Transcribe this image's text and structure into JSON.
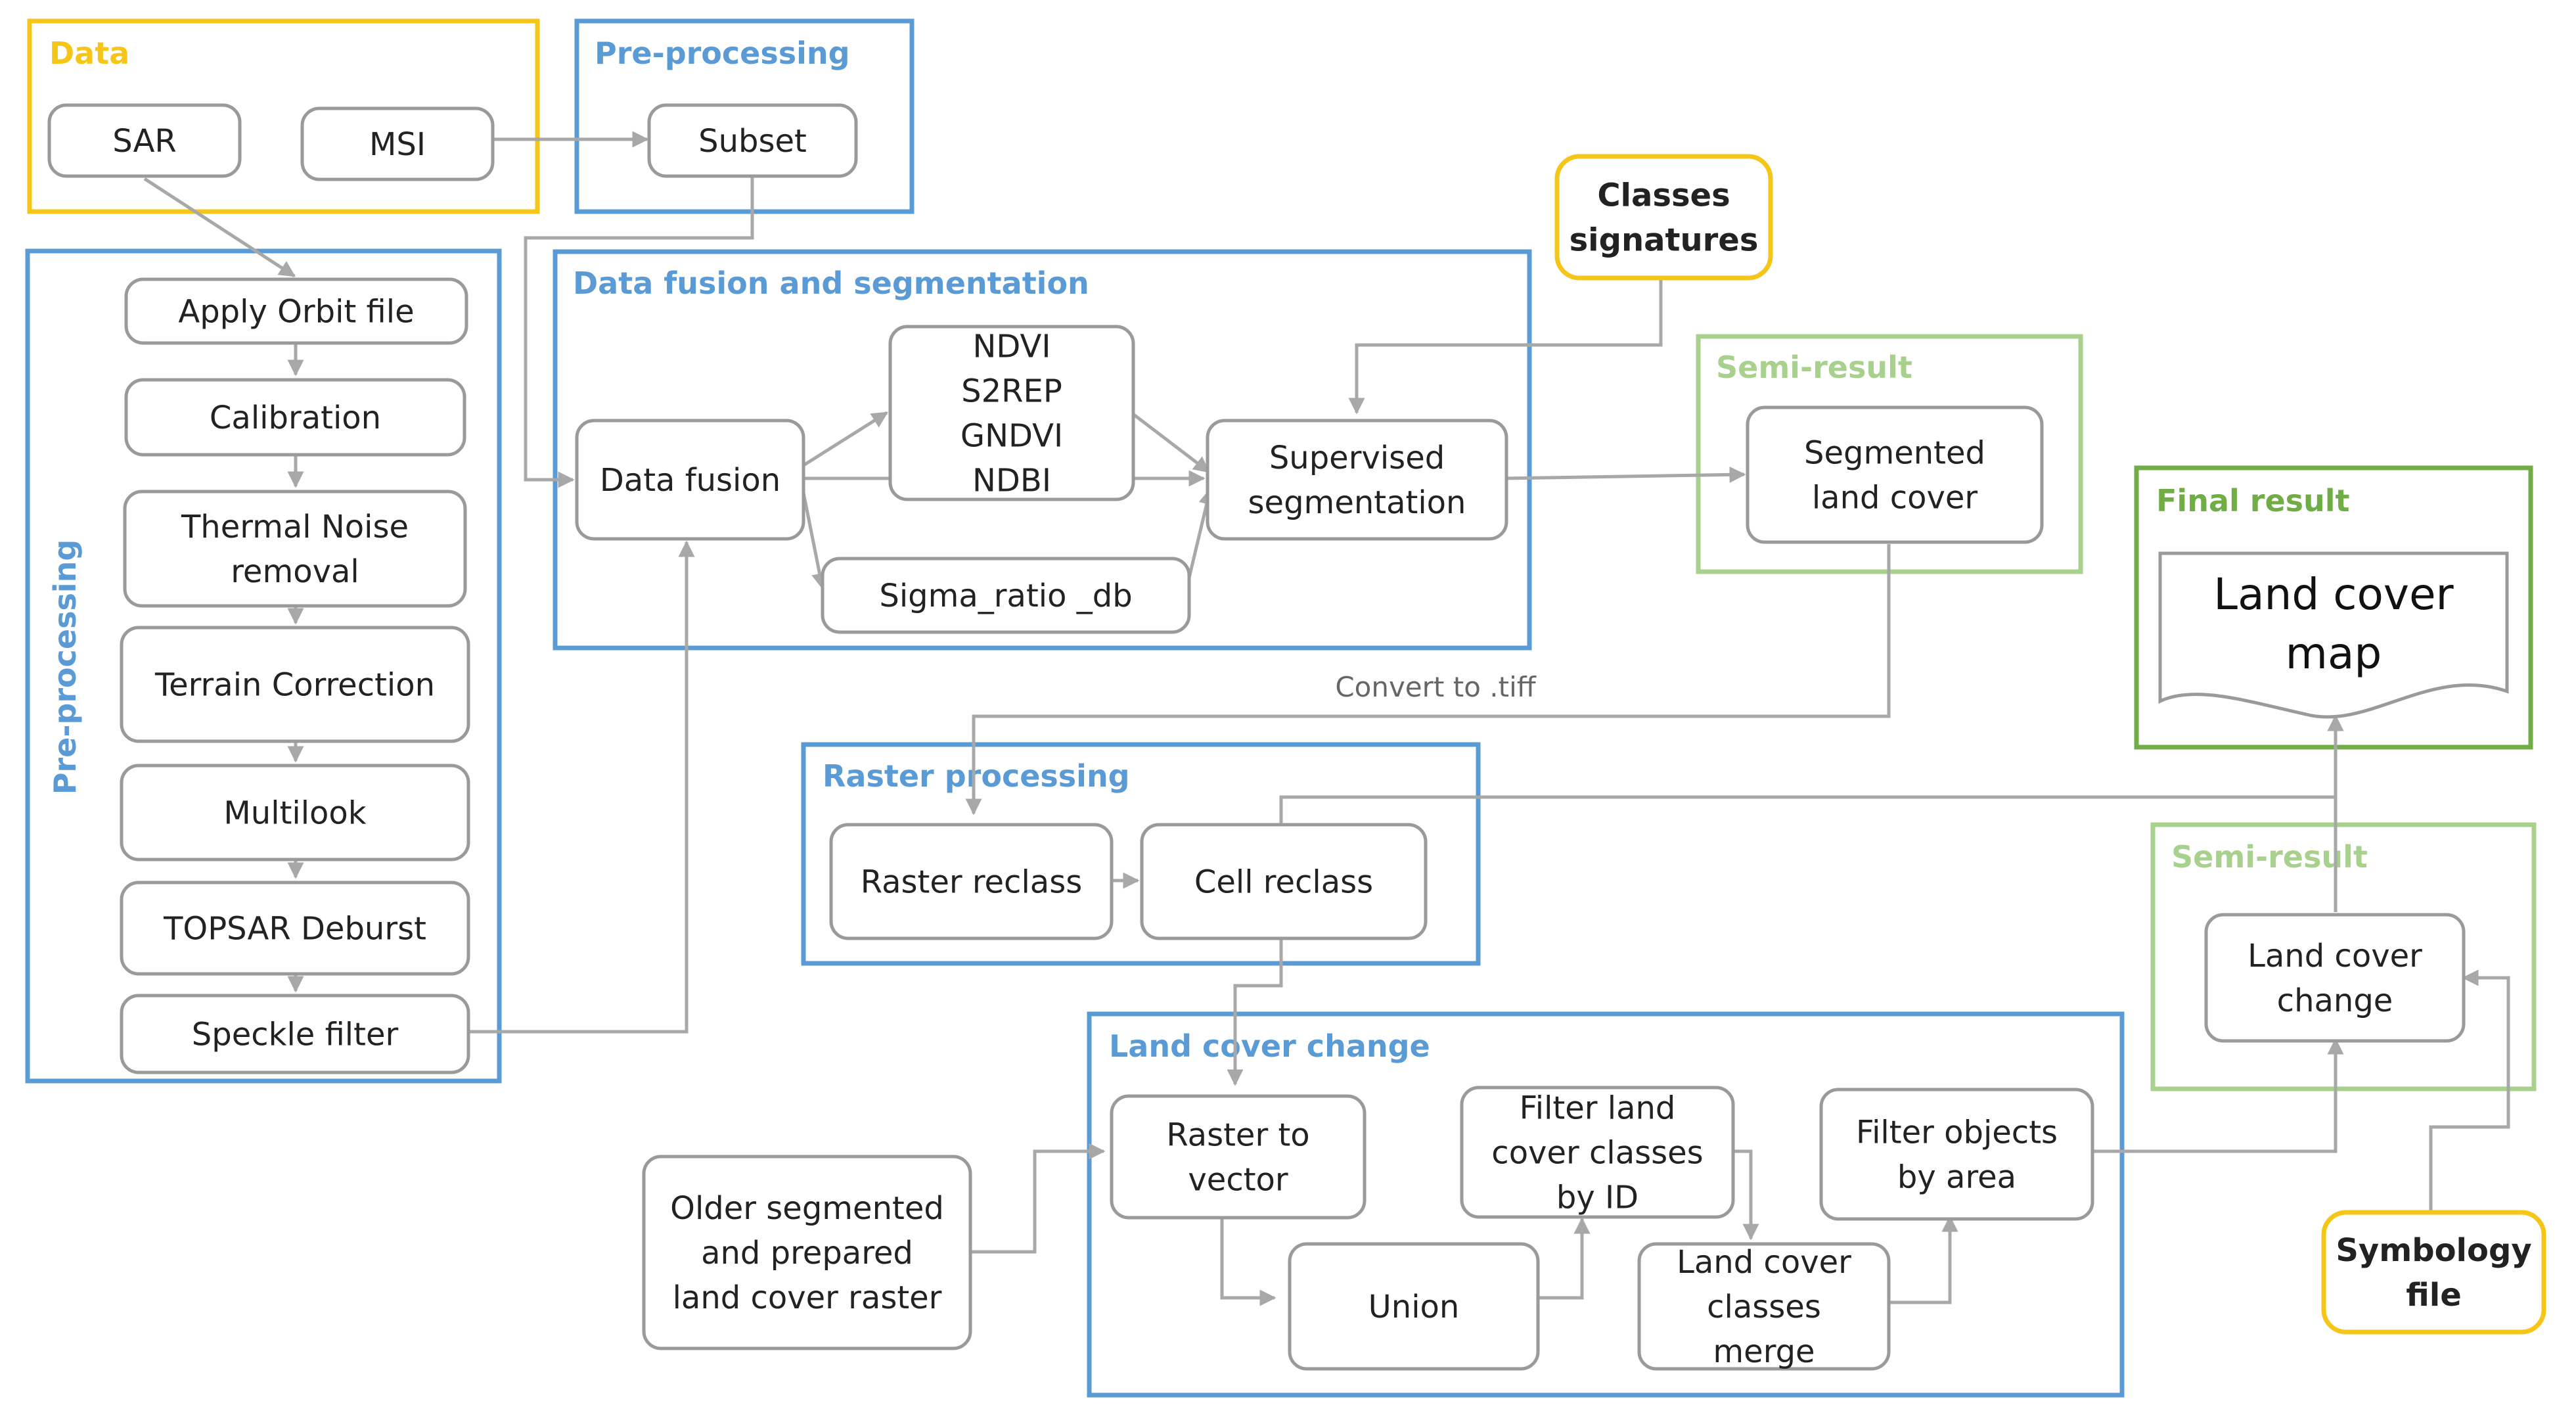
{
  "colors": {
    "data_yellow": "#F5C518",
    "process_blue": "#5B9BD5",
    "semi_green": "#A9D18E",
    "final_green": "#70AD47",
    "arrow_gray": "#A8A8A8",
    "box_gray": "#9A9A9A"
  },
  "groups": {
    "data": "Data",
    "preprocessing_top": "Pre-processing",
    "preprocessing_side": "Pre-processing",
    "data_fusion": "Data fusion and segmentation",
    "semi_result_1": "Semi-result",
    "final_result": "Final result",
    "raster_processing": "Raster processing",
    "semi_result_2": "Semi-result",
    "land_cover_change": "Land cover change"
  },
  "nodes": {
    "sar": [
      "SAR"
    ],
    "msi": [
      "MSI"
    ],
    "subset": [
      "Subset"
    ],
    "classes_signatures": [
      "Classes",
      "signatures"
    ],
    "apply_orbit": [
      "Apply Orbit file"
    ],
    "calibration": [
      "Calibration"
    ],
    "thermal_noise": [
      "Thermal Noise",
      "removal"
    ],
    "terrain_correction": [
      "Terrain Correction"
    ],
    "multilook": [
      "Multilook"
    ],
    "topsar_deburst": [
      "TOPSAR Deburst"
    ],
    "speckle_filter": [
      "Speckle filter"
    ],
    "data_fusion": [
      "Data fusion"
    ],
    "indices": [
      "NDVI",
      "S2REP",
      "GNDVI",
      "NDBI"
    ],
    "sigma_ratio": [
      "Sigma_ratio _db"
    ],
    "supervised_segmentation": [
      "Supervised",
      "segmentation"
    ],
    "segmented_land_cover": [
      "Segmented",
      "land cover"
    ],
    "land_cover_map": [
      "Land cover",
      "map"
    ],
    "raster_reclass": [
      "Raster reclass"
    ],
    "cell_reclass": [
      "Cell reclass"
    ],
    "land_cover_change_node": [
      "Land cover",
      "change"
    ],
    "raster_to_vector": [
      "Raster to",
      "vector"
    ],
    "filter_classes": [
      "Filter land",
      "cover classes",
      "by ID"
    ],
    "filter_objects": [
      "Filter objects",
      "by area"
    ],
    "older_segmented": [
      "Older segmented",
      "and prepared",
      "land cover raster"
    ],
    "union": [
      "Union"
    ],
    "classes_merge": [
      "Land cover",
      "classes",
      "merge"
    ],
    "symbology_file": [
      "Symbology",
      "file"
    ]
  },
  "labels": {
    "convert_to_tiff": "Convert to .tiff"
  }
}
